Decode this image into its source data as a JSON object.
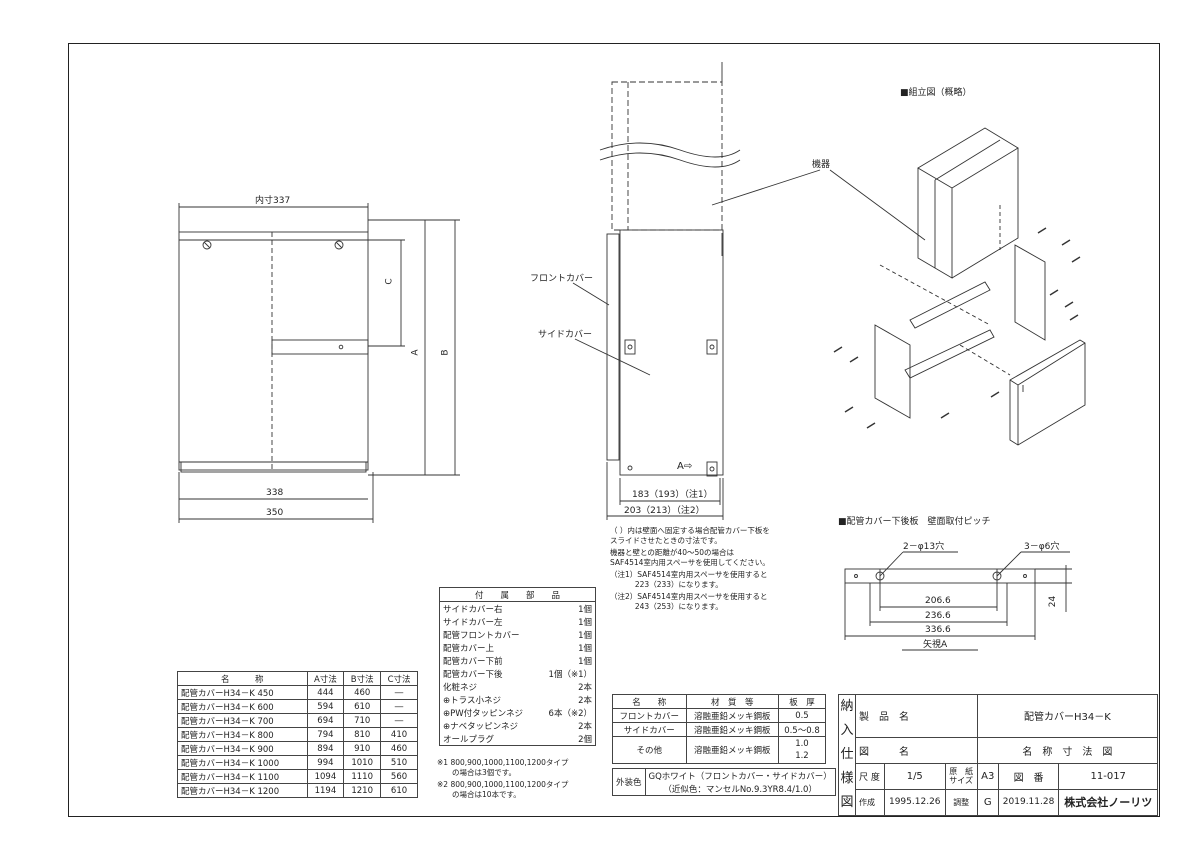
{
  "front_view": {
    "inner_dim": "内寸337",
    "dim_338": "338",
    "dim_350": "350",
    "dim_a": "A",
    "dim_b": "B",
    "dim_c": "C"
  },
  "side_view": {
    "label_front_cover": "フロントカバー",
    "label_side_cover": "サイドカバー",
    "arrow_a": "A⇨",
    "dim_183": "183（193）（注1）",
    "dim_203": "203（213）（注2）"
  },
  "notes": [
    "（ ）内は壁面へ固定する場合配管カバー下板を",
    "スライドさせたときの寸法です。",
    "機器と壁との距離が40～50の場合は",
    "SAF4514室内用スペーサを使用してください。",
    "（注1）SAF4514室内用スペーサを使用すると",
    "　　　 223（233）になります。",
    "（注2）SAF4514室内用スペーサを使用すると",
    "　　　 243（253）になります。"
  ],
  "assembly": {
    "title": "■組立図（概略）",
    "label_unit": "機器"
  },
  "pitch": {
    "title": "■配管カバー下後板　壁面取付ピッチ",
    "hole_left": "2－φ13穴",
    "hole_right": "3－φ6穴",
    "dim_206": "206.6",
    "dim_236": "236.6",
    "dim_336": "336.6",
    "dim_24": "24",
    "view": "矢視A"
  },
  "size_table": {
    "headers": [
      "名　　　称",
      "A寸法",
      "B寸法",
      "C寸法"
    ],
    "rows": [
      [
        "配管カバーH34－K 450",
        "444",
        "460",
        "―"
      ],
      [
        "配管カバーH34－K 600",
        "594",
        "610",
        "―"
      ],
      [
        "配管カバーH34－K 700",
        "694",
        "710",
        "―"
      ],
      [
        "配管カバーH34－K 800",
        "794",
        "810",
        "410"
      ],
      [
        "配管カバーH34－K 900",
        "894",
        "910",
        "460"
      ],
      [
        "配管カバーH34－K 1000",
        "994",
        "1010",
        "510"
      ],
      [
        "配管カバーH34－K 1100",
        "1094",
        "1110",
        "560"
      ],
      [
        "配管カバーH34－K 1200",
        "1194",
        "1210",
        "610"
      ]
    ]
  },
  "parts_table": {
    "title": "付　　属　　部　　品",
    "rows": [
      [
        "サイドカバー右",
        "1個"
      ],
      [
        "サイドカバー左",
        "1個"
      ],
      [
        "配管フロントカバー",
        "1個"
      ],
      [
        "配管カバー上",
        "1個"
      ],
      [
        "配管カバー下前",
        "1個"
      ],
      [
        "配管カバー下後",
        "1個（※1）"
      ],
      [
        "化粧ネジ",
        "2本"
      ],
      [
        "⊕トラス小ネジ",
        "2本"
      ],
      [
        "⊕PW付タッピンネジ",
        "6本（※2）"
      ],
      [
        "⊕ナベタッピンネジ",
        "2本"
      ],
      [
        "オールプラグ",
        "2個"
      ]
    ],
    "footnotes": [
      "※1 800,900,1000,1100,1200タイプ",
      "　　の場合は3個です。",
      "※2 800,900,1000,1100,1200タイプ",
      "　　の場合は10本です。"
    ]
  },
  "material_table": {
    "headers": [
      "名　　称",
      "材　質　等",
      "板　厚"
    ],
    "rows": [
      [
        "フロントカバー",
        "溶融亜鉛メッキ鋼板",
        "0.5"
      ],
      [
        "サイドカバー",
        "溶融亜鉛メッキ鋼板",
        "0.5～0.8"
      ],
      [
        "その他",
        "溶融亜鉛メッキ鋼板",
        "1.0\n1.2"
      ]
    ],
    "color_label": "外装色",
    "color_line1": "GQホワイト（フロントカバー・サイドカバー）",
    "color_line2": "（近似色：マンセルNo.9.3YR8.4/1.0）"
  },
  "title_block": {
    "side_label": [
      "納",
      "入",
      "仕",
      "様",
      "図"
    ],
    "product_label": "製　品　名",
    "product_value": "配管カバーH34－K",
    "drawing_label": "図　　　名",
    "drawing_value": "名　称　寸　法　図",
    "scale_label": "尺 度",
    "scale_value": "1/5",
    "paper_label": "原　紙\nサイズ",
    "paper_value": "A3",
    "number_label": "図　番",
    "number_value": "11-017",
    "created_label": "作成",
    "created_value": "1995.12.26",
    "revised_label": "調整",
    "revised_mark": "G",
    "revised_value": "2019.11.28",
    "company": "株式会社ノーリツ"
  }
}
